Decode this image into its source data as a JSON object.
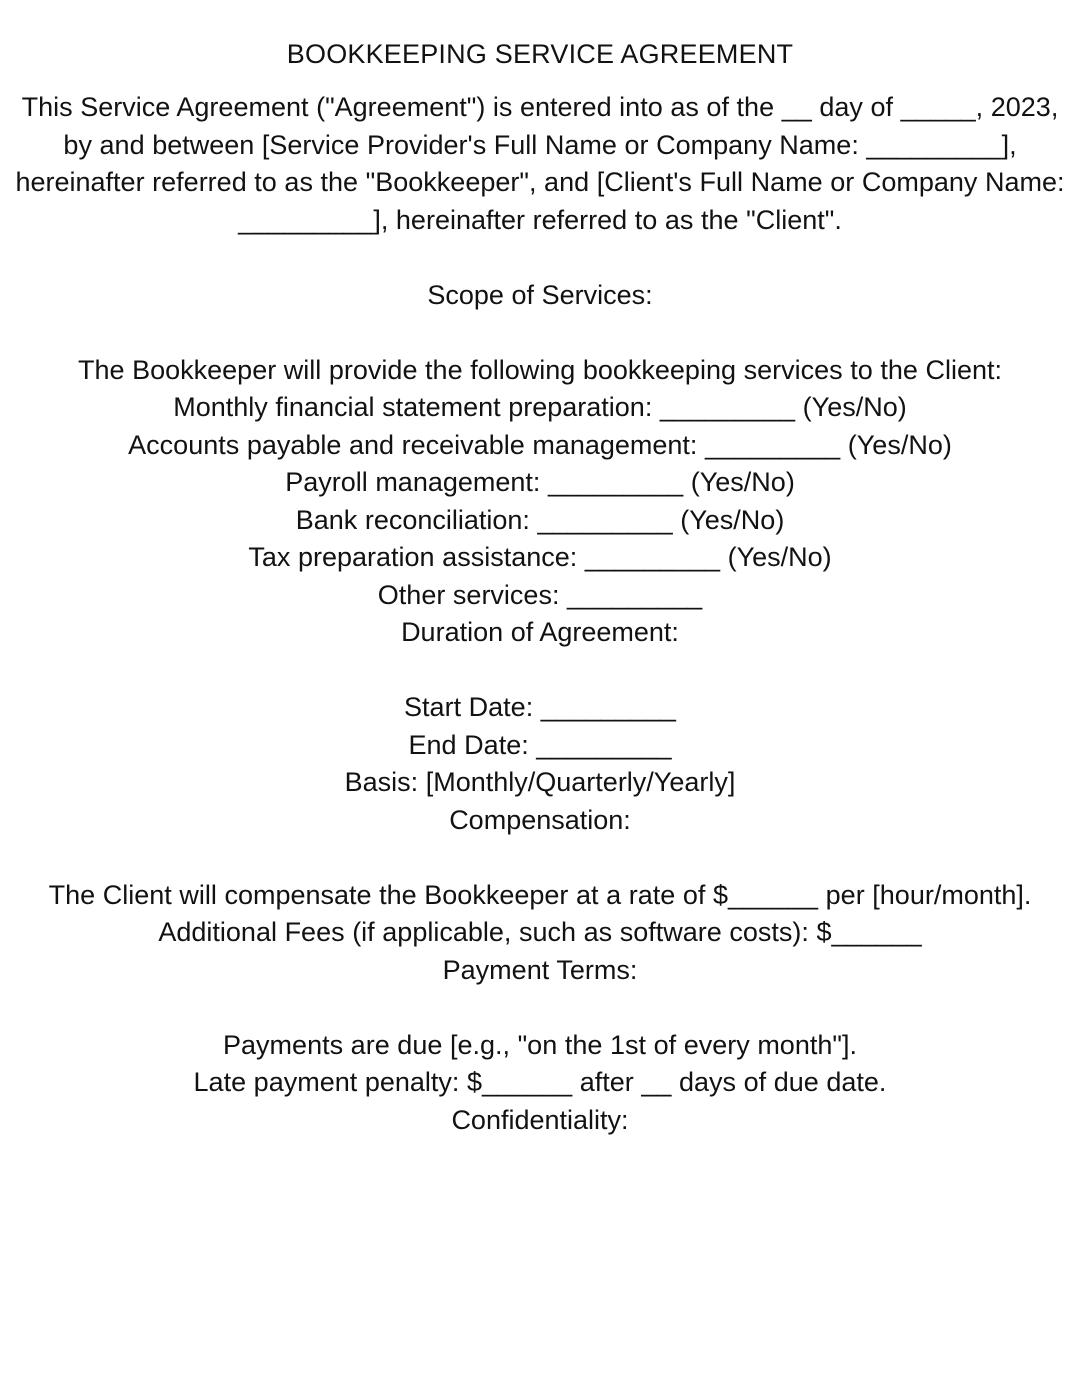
{
  "document": {
    "title": "BOOKKEEPING SERVICE AGREEMENT",
    "paragraphs": {
      "intro": "This Service Agreement (\"Agreement\") is entered into as of the __ day of _____, 2023, by and between [Service Provider's Full Name or Company Name: _________], hereinafter referred to as the \"Bookkeeper\", and [Client's Full Name or Company Name: _________], hereinafter referred to as the \"Client\".",
      "scope_heading": "Scope of Services:",
      "scope_intro": "The Bookkeeper will provide the following bookkeeping services to the Client:",
      "service_monthly": "Monthly financial statement preparation: _________ (Yes/No)",
      "service_ap_ar": "Accounts payable and receivable management: _________ (Yes/No)",
      "service_payroll": "Payroll management: _________ (Yes/No)",
      "service_bank": "Bank reconciliation: _________ (Yes/No)",
      "service_tax": "Tax preparation assistance: _________ (Yes/No)",
      "service_other": "Other services: _________",
      "duration_heading": "Duration of Agreement:",
      "start_date": "Start Date: _________",
      "end_date": "End Date: _________",
      "basis": "Basis: [Monthly/Quarterly/Yearly]",
      "compensation_heading": "Compensation:",
      "compensation_rate": "The Client will compensate the Bookkeeper at a rate of $______ per [hour/month].",
      "additional_fees": "Additional Fees (if applicable, such as software costs): $______",
      "payment_terms_heading": "Payment Terms:",
      "payments_due": "Payments are due [e.g., \"on the 1st of every month\"].",
      "late_penalty": "Late payment penalty: $______ after __ days of due date.",
      "confidentiality_heading": "Confidentiality:"
    },
    "colors": {
      "background": "#ffffff",
      "text": "#121212"
    }
  }
}
